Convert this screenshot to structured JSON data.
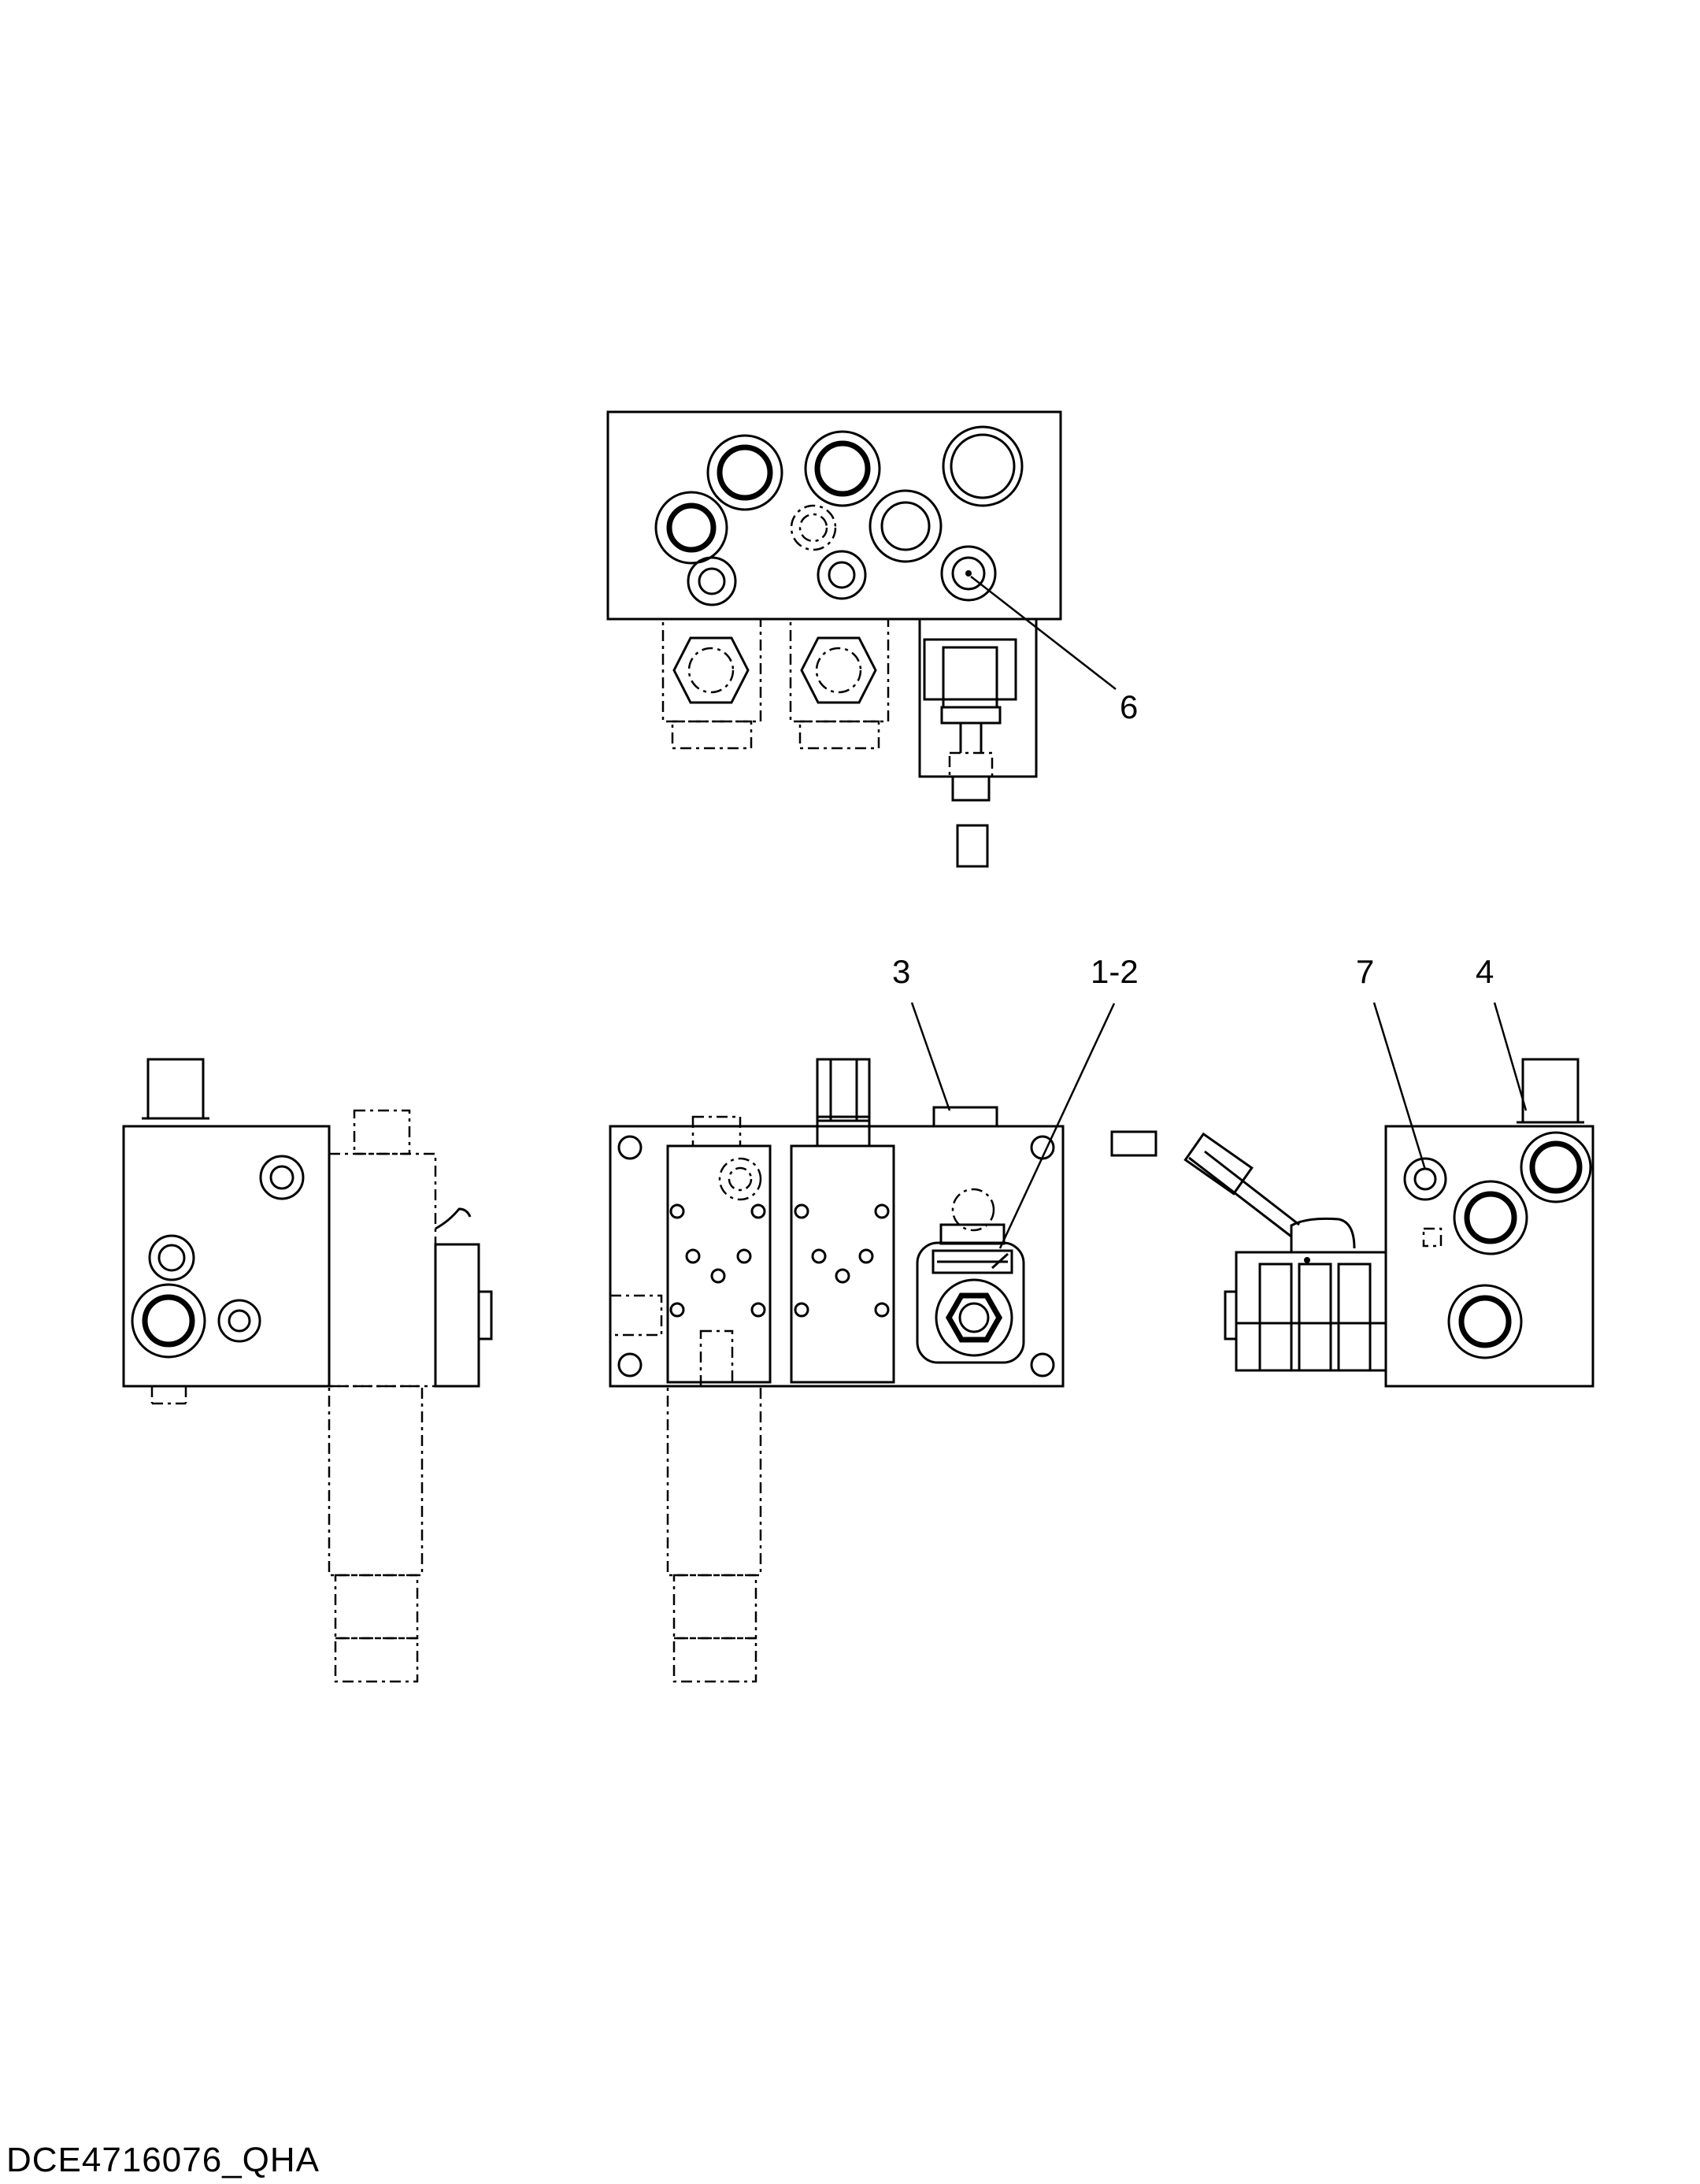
{
  "document": {
    "id_label": "DCE4716076_QHA"
  },
  "callouts": {
    "c6": "6",
    "c3": "3",
    "c12": "1-2",
    "c7": "7",
    "c4": "4"
  }
}
